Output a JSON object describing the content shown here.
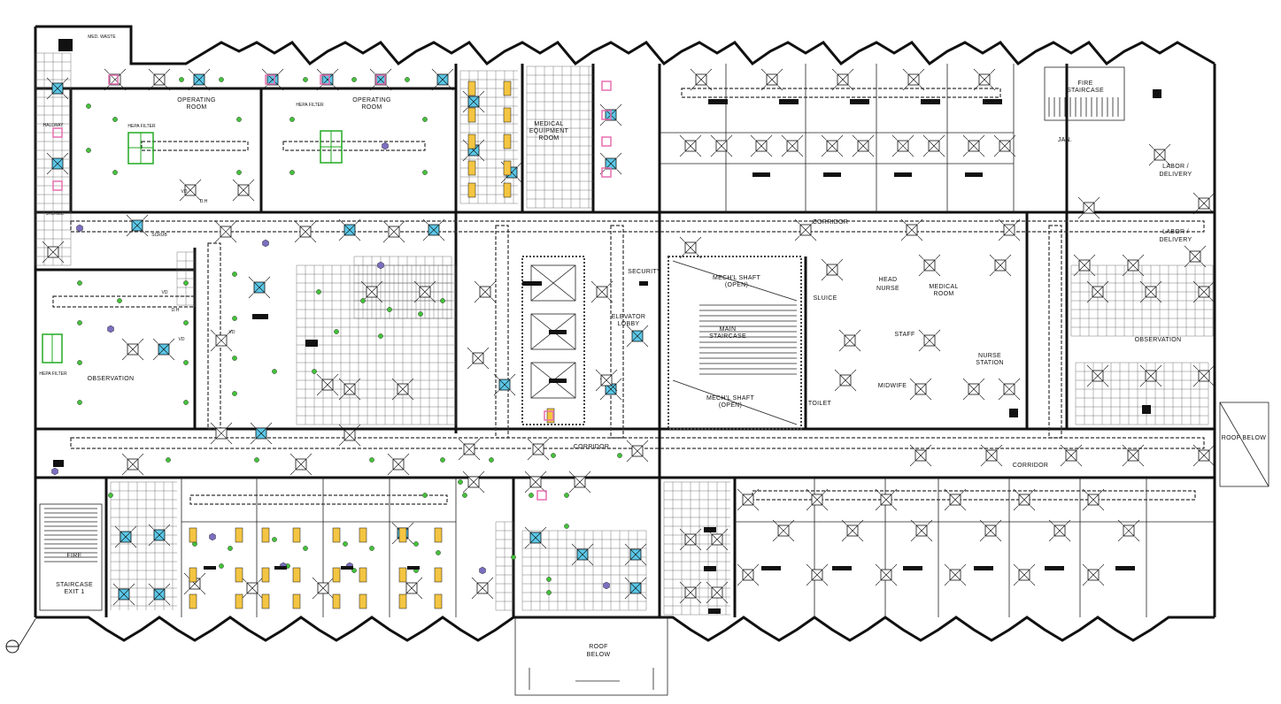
{
  "labels": {
    "med_waste": "MED. WASTE",
    "operating_room_1": "OPERATING",
    "operating_room_1b": "ROOM",
    "operating_room_2": "OPERATING",
    "operating_room_2b": "ROOM",
    "hepa_filter_1": "HEPA FILTER",
    "hepa_filter_2": "HEPA FILTER",
    "hepa_filter_3": "HEPA FILTER",
    "hallway": "HALLWAY",
    "sterile": "STERILE",
    "scrub": "SCRUB",
    "observation_left": "OBSERVATION",
    "medical_equipment": "MEDICAL",
    "medical_equipment_b": "EQUIPMENT",
    "medical_equipment_c": "ROOM",
    "security": "SECURITY",
    "elevator_lobby": "ELEVATOR",
    "elevator_lobby_b": "LOBBY",
    "mech_shaft_top": "MECH'L SHAFT",
    "mech_shaft_top_b": "(OPEN)",
    "main_staircase": "MAIN",
    "main_staircase_b": "STAIRCASE",
    "mech_shaft_bottom": "MECH'L SHAFT",
    "mech_shaft_bottom_b": "(OPEN)",
    "corridor_upper": "CORRIDOR",
    "corridor_lower_left": "CORRIDOR",
    "corridor_lower_right": "CORRIDOR",
    "sluice": "SLUICE",
    "head_nurse": "HEAD",
    "head_nurse_b": "NURSE",
    "medical_room": "MEDICAL",
    "medical_room_b": "ROOM",
    "staff": "STAFF",
    "nurse_station": "NURSE",
    "nurse_station_b": "STATION",
    "midwife": "MIDWIFE",
    "toilet": "TOILET",
    "fire_staircase_top": "FIRE",
    "fire_staircase_top_b": "STAIRCASE",
    "jan": "JAN.",
    "labor_delivery_1": "LABOR /",
    "labor_delivery_1b": "DELIVERY",
    "labor_delivery_2": "LABOR /",
    "labor_delivery_2b": "DELIVERY",
    "observation_right": "OBSERVATION",
    "roof_below_right": "ROOF BELOW",
    "roof_below_bottom": "ROOF",
    "roof_below_bottom_b": "BELOW",
    "fire_staircase_exit": "FIRE",
    "fire_staircase_exit_b": "STAIRCASE",
    "fire_staircase_exit_c": "EXIT 1",
    "vd": "VD",
    "dh": "D.H"
  },
  "colors": {
    "wall": "#111111",
    "supply_diffuser": "#5bc8e8",
    "return_grille": "#f4c542",
    "exhaust_marker": "#e86fb0",
    "air_device_green": "#44c23a",
    "smoke_detector": "#7a6fbf",
    "hepa_green": "#22aa22"
  },
  "icons": [
    "supply-diffuser-icon",
    "return-grille-icon",
    "exhaust-fan-icon",
    "smoke-detector-icon",
    "volume-damper-icon",
    "north-arrow-icon"
  ]
}
